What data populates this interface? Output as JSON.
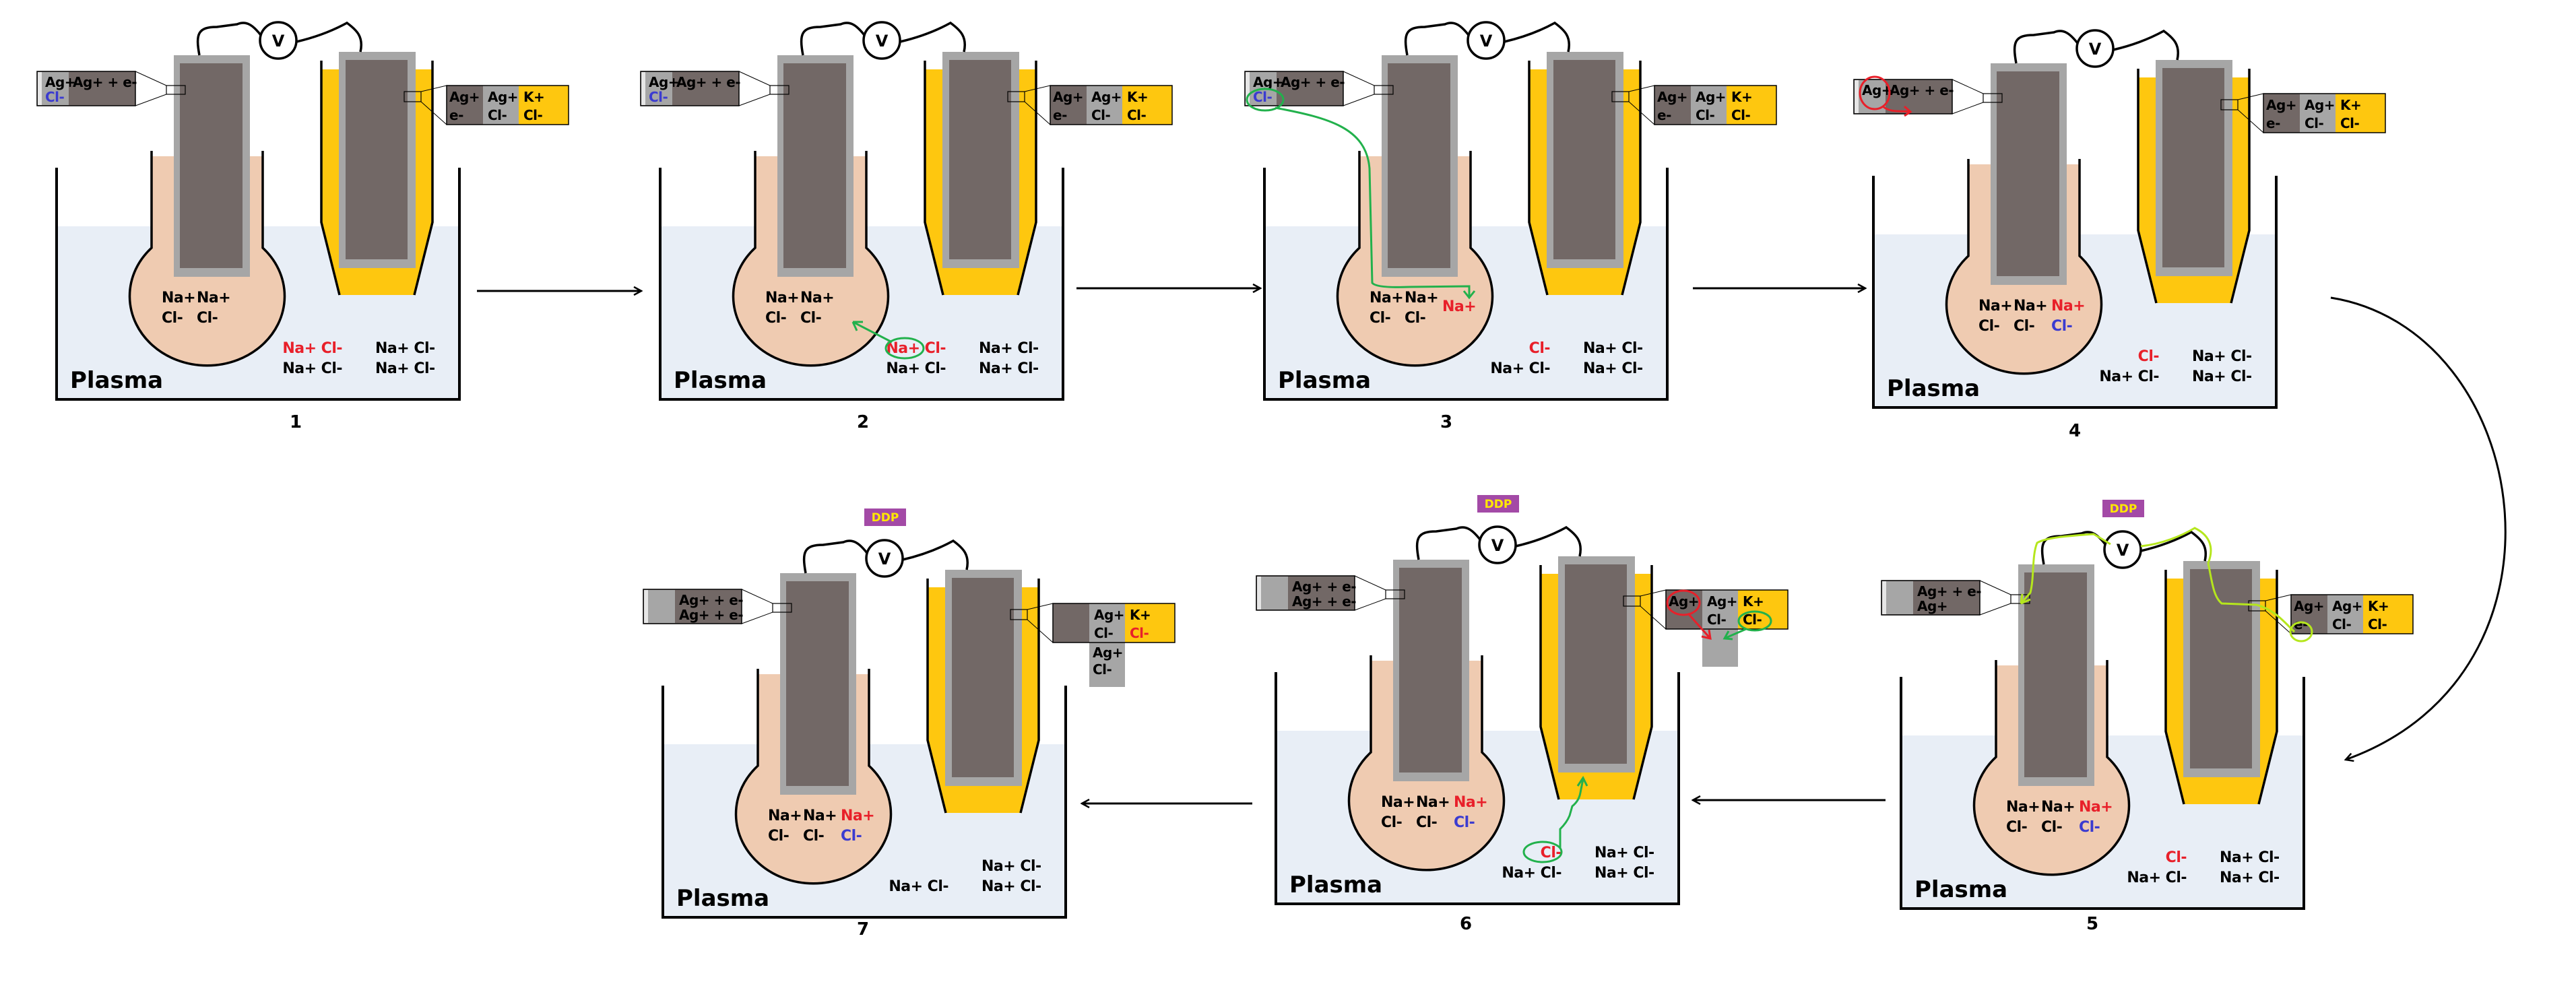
{
  "colors": {
    "black": "#000000",
    "red": "#e8202a",
    "blue": "#3b3bd0",
    "ddp_bg": "#a34aa6",
    "ddp_text": "#ffe800",
    "electrode": "#726866",
    "coating": "#a6a6a6",
    "reference_fill": "#fec70f",
    "bulb_fill": "#efcbb1",
    "plasma": "#e8eef6",
    "annot_green": "#22b14c",
    "annot_lime": "#b5e61d"
  },
  "voltmeter_label": "V",
  "panels": [
    {
      "label": "1",
      "ddp": "",
      "plasma_label": "Plasma",
      "left": {
        "strip": [
          {
            "t": "Ag+",
            "c": "black"
          },
          {
            "t": "Cl-",
            "c": "blue"
          }
        ],
        "main": [
          {
            "t": "Ag+ + e-",
            "c": "black"
          },
          {
            "t": "",
            "c": "black"
          }
        ]
      },
      "right": {
        "dark": [
          {
            "t": "Ag+",
            "c": "black"
          },
          {
            "t": "e-",
            "c": "black"
          }
        ],
        "gray": [
          {
            "t": "Ag+",
            "c": "black"
          },
          {
            "t": "Cl-",
            "c": "black"
          }
        ],
        "yellow": [
          {
            "t": "K+",
            "c": "black"
          },
          {
            "t": "Cl-",
            "c": "black"
          }
        ]
      },
      "bulb": [
        [
          {
            "t": "Na+",
            "c": "black"
          },
          {
            "t": "Na+",
            "c": "black"
          },
          {
            "t": "",
            "c": "black"
          }
        ],
        [
          {
            "t": "Cl-",
            "c": "black"
          },
          {
            "t": "Cl-",
            "c": "black"
          },
          {
            "t": "",
            "c": "black"
          }
        ]
      ],
      "plasma": {
        "a": [
          {
            "t": "Na+ Cl-",
            "c": "red"
          },
          {
            "t": "Na+ Cl-",
            "c": "black"
          }
        ],
        "b": [
          {
            "t": "Na+ Cl-",
            "c": "black"
          },
          {
            "t": "Na+ Cl-",
            "c": "black"
          }
        ]
      }
    },
    {
      "label": "2",
      "ddp": "",
      "plasma_label": "Plasma",
      "left": {
        "strip": [
          {
            "t": "Ag+",
            "c": "black"
          },
          {
            "t": "Cl-",
            "c": "blue"
          }
        ],
        "main": [
          {
            "t": "Ag+ + e-",
            "c": "black"
          },
          {
            "t": "",
            "c": "black"
          }
        ]
      },
      "right": {
        "dark": [
          {
            "t": "Ag+",
            "c": "black"
          },
          {
            "t": "e-",
            "c": "black"
          }
        ],
        "gray": [
          {
            "t": "Ag+",
            "c": "black"
          },
          {
            "t": "Cl-",
            "c": "black"
          }
        ],
        "yellow": [
          {
            "t": "K+",
            "c": "black"
          },
          {
            "t": "Cl-",
            "c": "black"
          }
        ]
      },
      "bulb": [
        [
          {
            "t": "Na+",
            "c": "black"
          },
          {
            "t": "Na+",
            "c": "black"
          },
          {
            "t": "",
            "c": "black"
          }
        ],
        [
          {
            "t": "Cl-",
            "c": "black"
          },
          {
            "t": "Cl-",
            "c": "black"
          },
          {
            "t": "",
            "c": "black"
          }
        ]
      ],
      "plasma": {
        "a": [
          {
            "t": "Na+ Cl-",
            "c": "red"
          },
          {
            "t": "Na+ Cl-",
            "c": "black"
          }
        ],
        "b": [
          {
            "t": "Na+ Cl-",
            "c": "black"
          },
          {
            "t": "Na+ Cl-",
            "c": "black"
          }
        ]
      }
    },
    {
      "label": "3",
      "ddp": "",
      "plasma_label": "Plasma",
      "left": {
        "strip": [
          {
            "t": "Ag+",
            "c": "black"
          },
          {
            "t": "Cl-",
            "c": "blue"
          }
        ],
        "main": [
          {
            "t": "Ag+ + e-",
            "c": "black"
          },
          {
            "t": "",
            "c": "black"
          }
        ]
      },
      "right": {
        "dark": [
          {
            "t": "Ag+",
            "c": "black"
          },
          {
            "t": "e-",
            "c": "black"
          }
        ],
        "gray": [
          {
            "t": "Ag+",
            "c": "black"
          },
          {
            "t": "Cl-",
            "c": "black"
          }
        ],
        "yellow": [
          {
            "t": "K+",
            "c": "black"
          },
          {
            "t": "Cl-",
            "c": "black"
          }
        ]
      },
      "bulb": [
        [
          {
            "t": "Na+",
            "c": "black"
          },
          {
            "t": "Na+",
            "c": "black"
          },
          {
            "t": "Na+",
            "c": "red"
          }
        ],
        [
          {
            "t": "Cl-",
            "c": "black"
          },
          {
            "t": "Cl-",
            "c": "black"
          },
          {
            "t": "",
            "c": "black"
          }
        ]
      ],
      "plasma": {
        "a": [
          {
            "t": "Cl-",
            "c": "red"
          },
          {
            "t": "Na+ Cl-",
            "c": "black"
          }
        ],
        "b": [
          {
            "t": "Na+ Cl-",
            "c": "black"
          },
          {
            "t": "Na+ Cl-",
            "c": "black"
          }
        ]
      }
    },
    {
      "label": "4",
      "ddp": "",
      "plasma_label": "Plasma",
      "left": {
        "strip": [
          {
            "t": "Ag+",
            "c": "black"
          },
          {
            "t": "",
            "c": "black"
          }
        ],
        "main": [
          {
            "t": "Ag+ + e-",
            "c": "black"
          },
          {
            "t": "",
            "c": "black"
          }
        ]
      },
      "right": {
        "dark": [
          {
            "t": "Ag+",
            "c": "black"
          },
          {
            "t": "e-",
            "c": "black"
          }
        ],
        "gray": [
          {
            "t": "Ag+",
            "c": "black"
          },
          {
            "t": "Cl-",
            "c": "black"
          }
        ],
        "yellow": [
          {
            "t": "K+",
            "c": "black"
          },
          {
            "t": "Cl-",
            "c": "black"
          }
        ]
      },
      "bulb": [
        [
          {
            "t": "Na+",
            "c": "black"
          },
          {
            "t": "Na+",
            "c": "black"
          },
          {
            "t": "Na+",
            "c": "red"
          }
        ],
        [
          {
            "t": "Cl-",
            "c": "black"
          },
          {
            "t": "Cl-",
            "c": "black"
          },
          {
            "t": "Cl-",
            "c": "blue"
          }
        ]
      ],
      "plasma": {
        "a": [
          {
            "t": "Cl-",
            "c": "red"
          },
          {
            "t": "Na+ Cl-",
            "c": "black"
          }
        ],
        "b": [
          {
            "t": "Na+ Cl-",
            "c": "black"
          },
          {
            "t": "Na+ Cl-",
            "c": "black"
          }
        ]
      }
    },
    {
      "label": "5",
      "ddp": "DDP",
      "plasma_label": "Plasma",
      "left": {
        "strip": [
          {
            "t": "",
            "c": "black"
          },
          {
            "t": "",
            "c": "black"
          }
        ],
        "main": [
          {
            "t": "Ag+ + e-",
            "c": "black"
          },
          {
            "t": "Ag+",
            "c": "black"
          }
        ]
      },
      "right": {
        "dark": [
          {
            "t": "Ag+",
            "c": "black"
          },
          {
            "t": "e-",
            "c": "black"
          }
        ],
        "gray": [
          {
            "t": "Ag+",
            "c": "black"
          },
          {
            "t": "Cl-",
            "c": "black"
          }
        ],
        "yellow": [
          {
            "t": "K+",
            "c": "black"
          },
          {
            "t": "Cl-",
            "c": "black"
          }
        ]
      },
      "bulb": [
        [
          {
            "t": "Na+",
            "c": "black"
          },
          {
            "t": "Na+",
            "c": "black"
          },
          {
            "t": "Na+",
            "c": "red"
          }
        ],
        [
          {
            "t": "Cl-",
            "c": "black"
          },
          {
            "t": "Cl-",
            "c": "black"
          },
          {
            "t": "Cl-",
            "c": "blue"
          }
        ]
      ],
      "plasma": {
        "a": [
          {
            "t": "Cl-",
            "c": "red"
          },
          {
            "t": "Na+ Cl-",
            "c": "black"
          }
        ],
        "b": [
          {
            "t": "Na+ Cl-",
            "c": "black"
          },
          {
            "t": "Na+ Cl-",
            "c": "black"
          }
        ]
      }
    },
    {
      "label": "6",
      "ddp": "DDP",
      "plasma_label": "Plasma",
      "left": {
        "strip": [
          {
            "t": "",
            "c": "black"
          },
          {
            "t": "",
            "c": "black"
          }
        ],
        "main": [
          {
            "t": "Ag+ + e-",
            "c": "black"
          },
          {
            "t": "Ag+ + e-",
            "c": "black"
          }
        ]
      },
      "right": {
        "dark": [
          {
            "t": "Ag+",
            "c": "black"
          },
          {
            "t": "",
            "c": "black"
          }
        ],
        "gray": [
          {
            "t": "Ag+",
            "c": "black"
          },
          {
            "t": "Cl-",
            "c": "black"
          }
        ],
        "yellow": [
          {
            "t": "K+",
            "c": "black"
          },
          {
            "t": "Cl-",
            "c": "black"
          }
        ],
        "extension": [
          {
            "t": "",
            "c": "black"
          },
          {
            "t": "",
            "c": "black"
          }
        ]
      },
      "bulb": [
        [
          {
            "t": "Na+",
            "c": "black"
          },
          {
            "t": "Na+",
            "c": "black"
          },
          {
            "t": "Na+",
            "c": "red"
          }
        ],
        [
          {
            "t": "Cl-",
            "c": "black"
          },
          {
            "t": "Cl-",
            "c": "black"
          },
          {
            "t": "Cl-",
            "c": "blue"
          }
        ]
      ],
      "plasma": {
        "a": [
          {
            "t": "Cl-",
            "c": "red"
          },
          {
            "t": "Na+ Cl-",
            "c": "black"
          }
        ],
        "b": [
          {
            "t": "Na+ Cl-",
            "c": "black"
          },
          {
            "t": "Na+ Cl-",
            "c": "black"
          }
        ]
      }
    },
    {
      "label": "7",
      "ddp": "DDP",
      "plasma_label": "Plasma",
      "left": {
        "strip": [
          {
            "t": "",
            "c": "black"
          },
          {
            "t": "",
            "c": "black"
          }
        ],
        "main": [
          {
            "t": "Ag+ + e-",
            "c": "black"
          },
          {
            "t": "Ag+ + e-",
            "c": "black"
          }
        ]
      },
      "right": {
        "dark": [
          {
            "t": "",
            "c": "black"
          },
          {
            "t": "",
            "c": "black"
          }
        ],
        "gray": [
          {
            "t": "Ag+",
            "c": "black"
          },
          {
            "t": "Cl-",
            "c": "black"
          }
        ],
        "yellow": [
          {
            "t": "K+",
            "c": "black"
          },
          {
            "t": "Cl-",
            "c": "red"
          }
        ],
        "extension": [
          {
            "t": "Ag+",
            "c": "black"
          },
          {
            "t": "Cl-",
            "c": "black"
          }
        ]
      },
      "bulb": [
        [
          {
            "t": "Na+",
            "c": "black"
          },
          {
            "t": "Na+",
            "c": "black"
          },
          {
            "t": "Na+",
            "c": "red"
          }
        ],
        [
          {
            "t": "Cl-",
            "c": "black"
          },
          {
            "t": "Cl-",
            "c": "black"
          },
          {
            "t": "Cl-",
            "c": "blue"
          }
        ]
      ],
      "plasma": {
        "a": [
          {
            "t": "",
            "c": "black"
          },
          {
            "t": "Na+ Cl-",
            "c": "black"
          }
        ],
        "b": [
          {
            "t": "Na+ Cl-",
            "c": "black"
          },
          {
            "t": "Na+ Cl-",
            "c": "black"
          }
        ]
      }
    }
  ]
}
